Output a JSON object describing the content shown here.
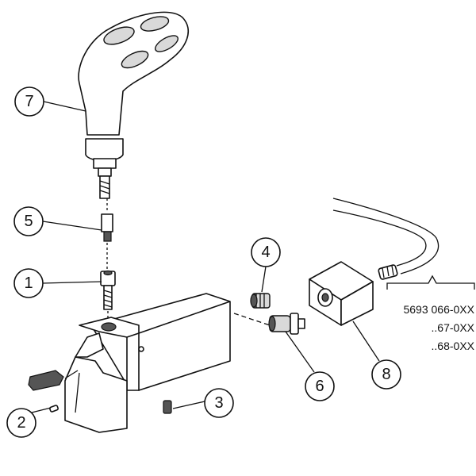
{
  "callouts": [
    {
      "label": "7"
    },
    {
      "label": "5"
    },
    {
      "label": "1"
    },
    {
      "label": "4"
    },
    {
      "label": "6"
    },
    {
      "label": "8"
    },
    {
      "label": "3"
    },
    {
      "label": "2"
    }
  ],
  "hose_codes": [
    "5693 066-0XX",
    "..67-0XX",
    "..68-0XX"
  ]
}
